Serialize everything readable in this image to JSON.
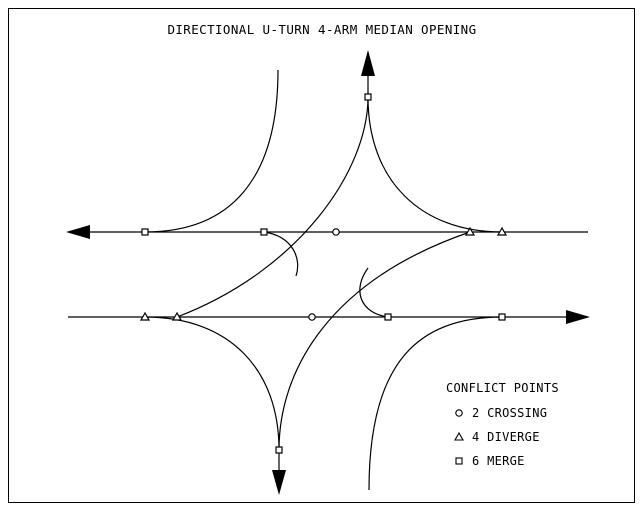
{
  "diagram": {
    "title": "DIRECTIONAL U-TURN 4-ARM MEDIAN OPENING",
    "legend": {
      "heading": "CONFLICT POINTS",
      "items": [
        {
          "symbol": "circle-icon",
          "count": "2",
          "label": "CROSSING"
        },
        {
          "symbol": "triangle-icon",
          "count": "4",
          "label": "DIVERGE"
        },
        {
          "symbol": "square-icon",
          "count": "6",
          "label": "MERGE"
        }
      ]
    },
    "line_color": "#000000",
    "background_color": "#ffffff"
  }
}
